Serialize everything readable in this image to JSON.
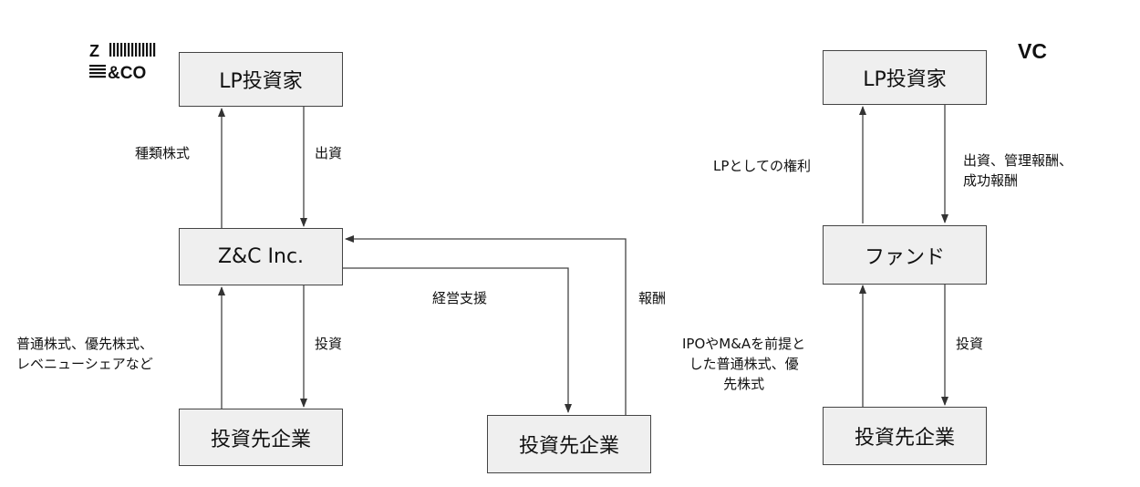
{
  "logo": {
    "line1": "Z",
    "line2": "&CO"
  },
  "zc": {
    "lp_box": "LP投資家",
    "company_box": "Z&C Inc.",
    "portfolio_box": "投資先企業",
    "portfolio_box_2": "投資先企業",
    "label_shares": "種類株式",
    "label_capital": "出資",
    "label_invest": "投資",
    "label_equity_line1": "普通株式、優先株式、",
    "label_equity_line2": "レベニューシェアなど",
    "label_support": "経営支援",
    "label_reward": "報酬"
  },
  "vc": {
    "title": "VC",
    "lp_box": "LP投資家",
    "fund_box": "ファンド",
    "portfolio_box": "投資先企業",
    "label_rights": "LPとしての権利",
    "label_capital_line1": "出資、管理報酬、",
    "label_capital_line2": "成功報酬",
    "label_invest": "投資",
    "label_exit_line1": "IPOやM&Aを前提と",
    "label_exit_line2": "した普通株式、優",
    "label_exit_line3": "先株式"
  }
}
